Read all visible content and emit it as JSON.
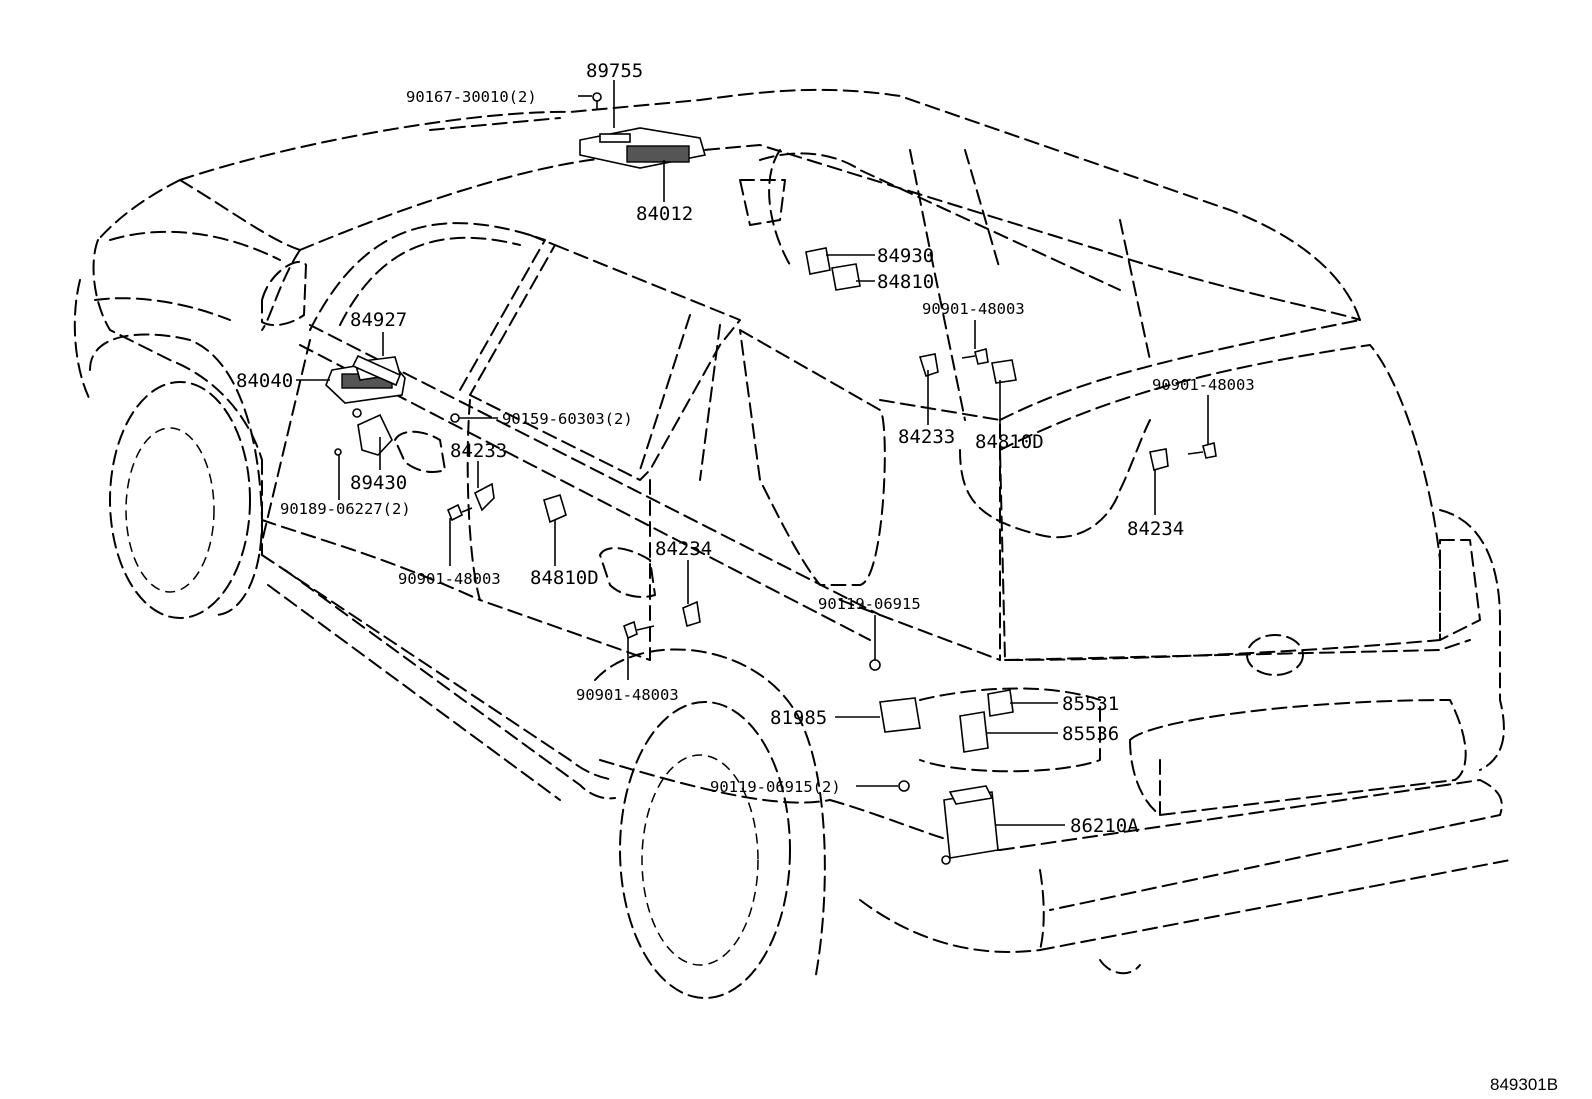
{
  "figure_id": "849301B",
  "callouts": [
    {
      "id": "c-89755",
      "text": "89755"
    },
    {
      "id": "c-90167",
      "text": "90167-30010(2)"
    },
    {
      "id": "c-84012",
      "text": "84012"
    },
    {
      "id": "c-84930",
      "text": "84930"
    },
    {
      "id": "c-84810",
      "text": "84810"
    },
    {
      "id": "c-90901-a",
      "text": "90901-48003"
    },
    {
      "id": "c-84927",
      "text": "84927"
    },
    {
      "id": "c-84040",
      "text": "84040"
    },
    {
      "id": "c-90159",
      "text": "90159-60303(2)"
    },
    {
      "id": "c-84233-a",
      "text": "84233"
    },
    {
      "id": "c-89430",
      "text": "89430"
    },
    {
      "id": "c-90189",
      "text": "90189-06227(2)"
    },
    {
      "id": "c-90901-b",
      "text": "90901-48003"
    },
    {
      "id": "c-84810d-a",
      "text": "84810D"
    },
    {
      "id": "c-84234-a",
      "text": "84234"
    },
    {
      "id": "c-84233-b",
      "text": "84233"
    },
    {
      "id": "c-84810d-b",
      "text": "84810D"
    },
    {
      "id": "c-90901-c",
      "text": "90901-48003"
    },
    {
      "id": "c-84234-b",
      "text": "84234"
    },
    {
      "id": "c-90119-a",
      "text": "90119-06915"
    },
    {
      "id": "c-90901-d",
      "text": "90901-48003"
    },
    {
      "id": "c-81985",
      "text": "81985"
    },
    {
      "id": "c-85531",
      "text": "85531"
    },
    {
      "id": "c-85536",
      "text": "85536"
    },
    {
      "id": "c-90119-b",
      "text": "90119-06915(2)"
    },
    {
      "id": "c-86210a",
      "text": "86210A"
    }
  ]
}
